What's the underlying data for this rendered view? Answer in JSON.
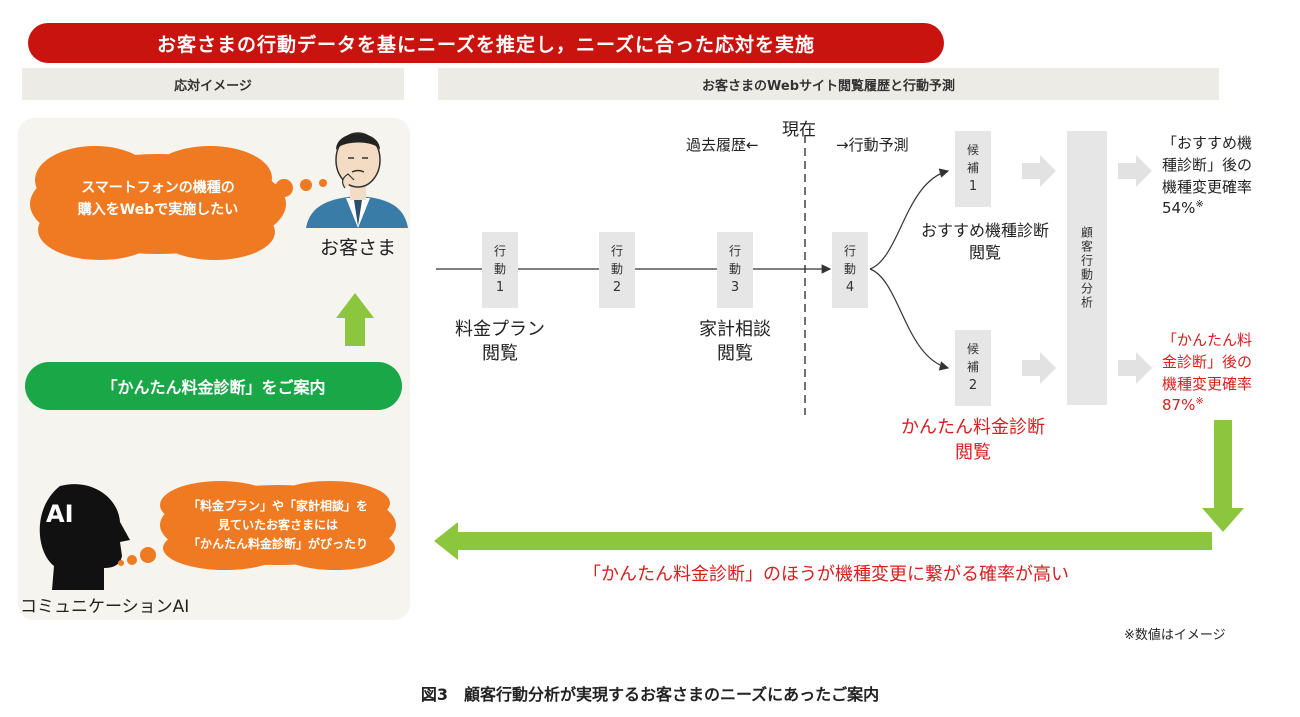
{
  "banner": {
    "text": "お客さまの行動データを基にニーズを推定し，ニーズに合った応対を実施"
  },
  "left_header": "応対イメージ",
  "right_header": "お客さまのWebサイト閲覧履歴と行動予測",
  "customer": {
    "thought_line1": "スマートフォンの機種の",
    "thought_line2": "購入をWebで実施したい",
    "label": "お客さま"
  },
  "guide_pill": "「かんたん料金診断」をご案内",
  "ai": {
    "badge": "AI",
    "thought_line1": "「料金プラン」や「家計相談」を",
    "thought_line2": "見ていたお客さまには",
    "thought_line3": "「かんたん料金診断」がぴったり",
    "label": "コミュニケーションAI"
  },
  "timeline": {
    "now_label": "現在",
    "past_label": "過去履歴←",
    "future_label": "→行動予測",
    "actions": [
      {
        "line1": "行",
        "line2": "動",
        "num": "1"
      },
      {
        "line1": "行",
        "line2": "動",
        "num": "2"
      },
      {
        "line1": "行",
        "line2": "動",
        "num": "3"
      },
      {
        "line1": "行",
        "line2": "動",
        "num": "4"
      }
    ],
    "action1_caption": [
      "料金プラン",
      "閲覧"
    ],
    "action3_caption": [
      "家計相談",
      "閲覧"
    ]
  },
  "candidates": [
    {
      "line1": "候",
      "line2": "補",
      "num": "1",
      "caption": [
        "おすすめ機種診断",
        "閲覧"
      ]
    },
    {
      "line1": "候",
      "line2": "補",
      "num": "2",
      "caption": [
        "かんたん料金診断",
        "閲覧"
      ]
    }
  ],
  "analysis_label": "顧客行動分析",
  "results": [
    {
      "lines": [
        "「おすすめ機",
        "種診断」後の",
        "機種変更確率"
      ],
      "rate": "54%",
      "mark": "※"
    },
    {
      "lines": [
        "「かんたん料",
        "金診断」後の",
        "機種変更確率"
      ],
      "rate": "87%",
      "mark": "※"
    }
  ],
  "conclusion": "「かんたん料金診断」のほうが機種変更に繋がる確率が高い",
  "note": "※数値はイメージ",
  "figure_title": "図3　顧客行動分析が実現するお客さまのニーズにあったご案内",
  "colors": {
    "red": "#c8130f",
    "orange": "#f07a22",
    "green": "#1aa748",
    "light_green": "#8cc63f",
    "gray_box": "#e6e6e6"
  }
}
